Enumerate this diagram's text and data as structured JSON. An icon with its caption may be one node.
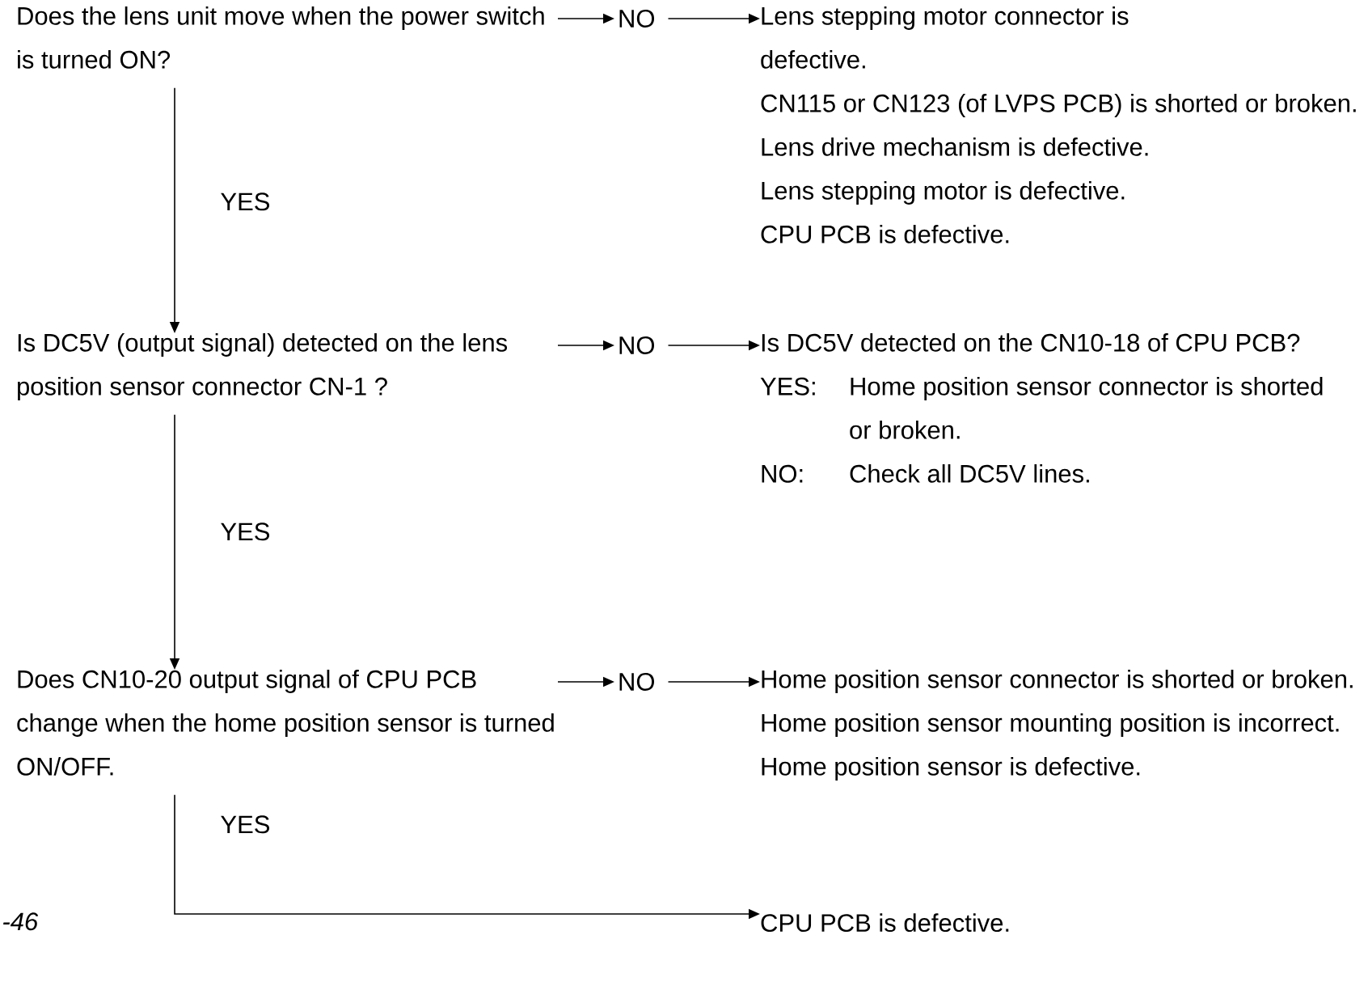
{
  "diagram": {
    "nodes": [
      {
        "text": [
          "Does the lens unit move when the power switch is turned ON?"
        ]
      },
      {
        "text": [
          "NO"
        ]
      },
      {
        "text": [
          "Lens stepping motor connector is defective.",
          "CN115 or CN123 (of LVPS PCB) is shorted or broken.",
          "Lens drive mechanism is defective.",
          "Lens stepping motor is defective.",
          "CPU PCB is defective."
        ]
      },
      {
        "text": [
          "Is DC5V (output signal) detected on the lens position sensor connector CN-1 ?"
        ]
      },
      {
        "text": [
          "NO"
        ]
      },
      {
        "text": [
          "Is DC5V detected on the CN10-18 of CPU PCB?",
          "YES:",
          "Home position sensor connector is shorted or broken.",
          "NO:",
          "Check all DC5V lines."
        ]
      },
      {
        "text": [
          "Does CN10-20 output signal of CPU PCB change when the home position sensor is turned ON/OFF."
        ]
      },
      {
        "text": [
          "NO"
        ]
      },
      {
        "text": [
          "Home position sensor connector is shorted or broken.",
          "Home position sensor mounting position is incorrect.",
          "Home position sensor is defective."
        ]
      },
      {
        "text": [
          "CPU PCB is defective."
        ]
      }
    ],
    "edges": [
      {
        "from": 0,
        "to": 1,
        "arrow": "to"
      },
      {
        "from": 1,
        "to": 2,
        "arrow": "to"
      },
      {
        "from": 0,
        "to": 3,
        "arrow": "to",
        "label": "YES"
      },
      {
        "from": 3,
        "to": 4,
        "arrow": "to"
      },
      {
        "from": 4,
        "to": 5,
        "arrow": "to"
      },
      {
        "from": 3,
        "to": 6,
        "arrow": "to",
        "label": "YES"
      },
      {
        "from": 6,
        "to": 7,
        "arrow": "to"
      },
      {
        "from": 7,
        "to": 8,
        "arrow": "to"
      },
      {
        "from": 6,
        "to": 9,
        "arrow": "to",
        "label": "YES"
      }
    ],
    "labels": [
      "-46"
    ]
  }
}
